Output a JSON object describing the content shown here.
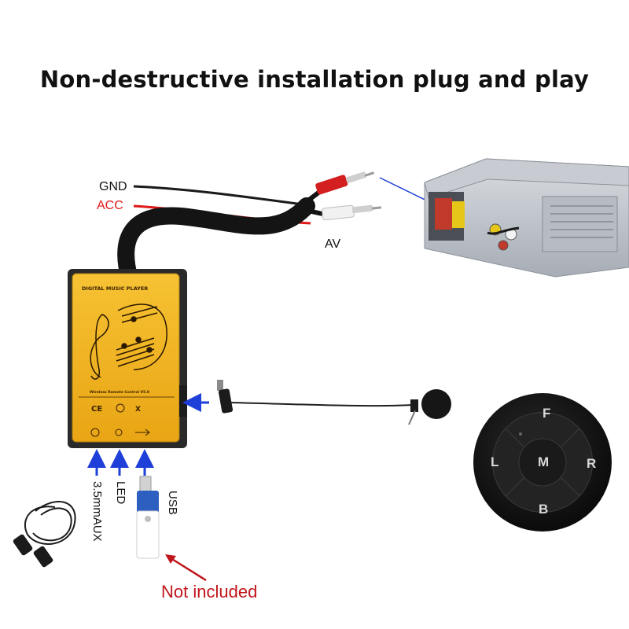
{
  "headline": "Non-destructive installation  plug and play",
  "wires": {
    "gnd": "GND",
    "acc": "ACC",
    "av": "AV"
  },
  "ports": {
    "aux": "3.5mmAUX",
    "led": "LED",
    "usb": "USB"
  },
  "note": "Not included",
  "device": {
    "title": "DIGITAL MUSIC PLAYER",
    "subtitle": "Wireless Remote Control V5.0"
  },
  "remote": {
    "front": "F",
    "left": "L",
    "middle": "M",
    "right": "R",
    "back": "B"
  },
  "colors": {
    "device_body": "#f2b422",
    "acc_wire": "#e01818",
    "arrow": "#1e3fd8",
    "note": "#c0161b",
    "remote": "#141414",
    "usb_drive": "#2d5fc0"
  }
}
